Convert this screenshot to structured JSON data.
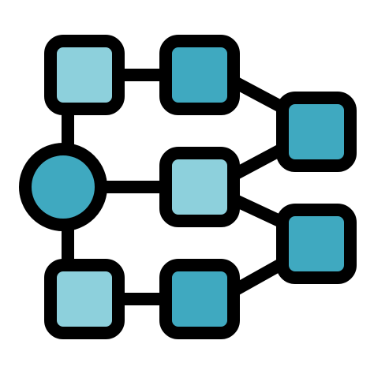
{
  "icon": {
    "name": "hierarchy-network-icon",
    "colors": {
      "outline": "#000000",
      "light_fill": "#8dd0dc",
      "dark_fill": "#3fa9c0",
      "background": "#ffffff"
    },
    "nodes": [
      {
        "name": "node-top-left",
        "fill": "light"
      },
      {
        "name": "node-top-middle",
        "fill": "dark"
      },
      {
        "name": "node-right-upper",
        "fill": "dark"
      },
      {
        "name": "node-root-circle",
        "fill": "dark"
      },
      {
        "name": "node-center",
        "fill": "light"
      },
      {
        "name": "node-right-lower",
        "fill": "dark"
      },
      {
        "name": "node-bottom-left",
        "fill": "light"
      },
      {
        "name": "node-bottom-middle",
        "fill": "dark"
      }
    ]
  }
}
